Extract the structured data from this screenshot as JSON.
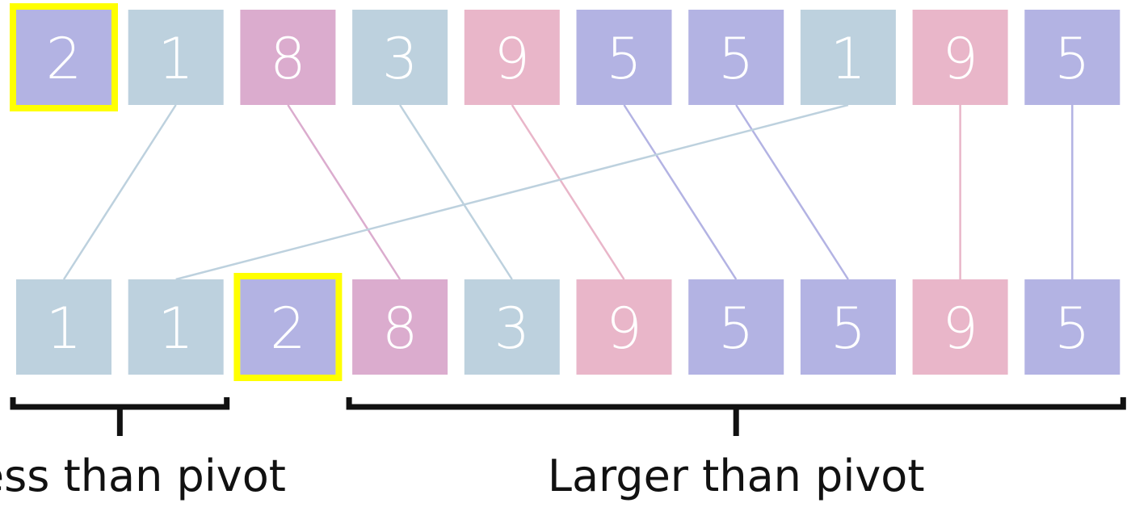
{
  "colors": {
    "pivot_highlight": "#ffff00",
    "lavender": "#b3b3e3",
    "gray_blue": "#bdd1de",
    "mauve": "#dbacce",
    "pink": "#e9b6c9",
    "bracket": "#111111",
    "label": "#111111"
  },
  "top_row": [
    {
      "value": "2",
      "color": "lavender",
      "pivot": true
    },
    {
      "value": "1",
      "color": "gray_blue",
      "pivot": false
    },
    {
      "value": "8",
      "color": "mauve",
      "pivot": false
    },
    {
      "value": "3",
      "color": "gray_blue",
      "pivot": false
    },
    {
      "value": "9",
      "color": "pink",
      "pivot": false
    },
    {
      "value": "5",
      "color": "lavender",
      "pivot": false
    },
    {
      "value": "5",
      "color": "lavender",
      "pivot": false
    },
    {
      "value": "1",
      "color": "gray_blue",
      "pivot": false
    },
    {
      "value": "9",
      "color": "pink",
      "pivot": false
    },
    {
      "value": "5",
      "color": "lavender",
      "pivot": false
    }
  ],
  "bottom_row": [
    {
      "value": "1",
      "color": "gray_blue",
      "pivot": false
    },
    {
      "value": "1",
      "color": "gray_blue",
      "pivot": false
    },
    {
      "value": "2",
      "color": "lavender",
      "pivot": true
    },
    {
      "value": "8",
      "color": "mauve",
      "pivot": false
    },
    {
      "value": "3",
      "color": "gray_blue",
      "pivot": false
    },
    {
      "value": "9",
      "color": "pink",
      "pivot": false
    },
    {
      "value": "5",
      "color": "lavender",
      "pivot": false
    },
    {
      "value": "5",
      "color": "lavender",
      "pivot": false
    },
    {
      "value": "9",
      "color": "pink",
      "pivot": false
    },
    {
      "value": "5",
      "color": "lavender",
      "pivot": false
    }
  ],
  "connections": [
    {
      "from": 1,
      "to": 0,
      "color": "gray_blue"
    },
    {
      "from": 2,
      "to": 3,
      "color": "mauve"
    },
    {
      "from": 3,
      "to": 4,
      "color": "gray_blue"
    },
    {
      "from": 4,
      "to": 5,
      "color": "pink"
    },
    {
      "from": 5,
      "to": 6,
      "color": "lavender"
    },
    {
      "from": 6,
      "to": 7,
      "color": "lavender"
    },
    {
      "from": 7,
      "to": 1,
      "color": "gray_blue"
    },
    {
      "from": 8,
      "to": 8,
      "color": "pink"
    },
    {
      "from": 9,
      "to": 9,
      "color": "lavender"
    }
  ],
  "brackets": [
    {
      "label": "Less than pivot",
      "from_index": 0,
      "to_index": 1
    },
    {
      "label": "Larger than pivot",
      "from_index": 3,
      "to_index": 9
    }
  ]
}
